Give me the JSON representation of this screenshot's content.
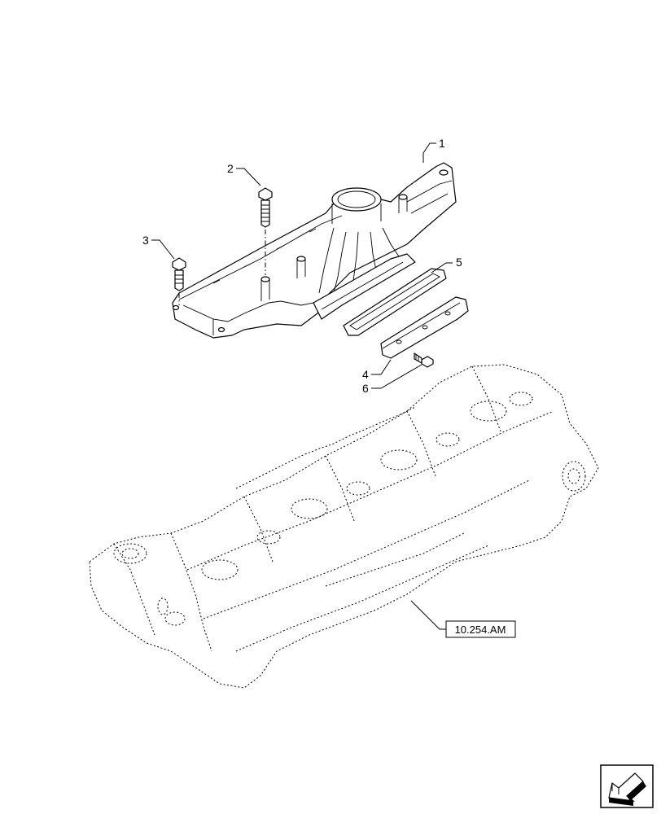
{
  "diagram": {
    "callouts": [
      {
        "id": "1",
        "label": "1"
      },
      {
        "id": "2",
        "label": "2"
      },
      {
        "id": "3",
        "label": "3"
      },
      {
        "id": "4",
        "label": "4"
      },
      {
        "id": "5",
        "label": "5"
      },
      {
        "id": "6",
        "label": "6"
      }
    ],
    "reference": {
      "label": "10.254.AM"
    },
    "nav_icon": "next-page-arrow-icon"
  }
}
